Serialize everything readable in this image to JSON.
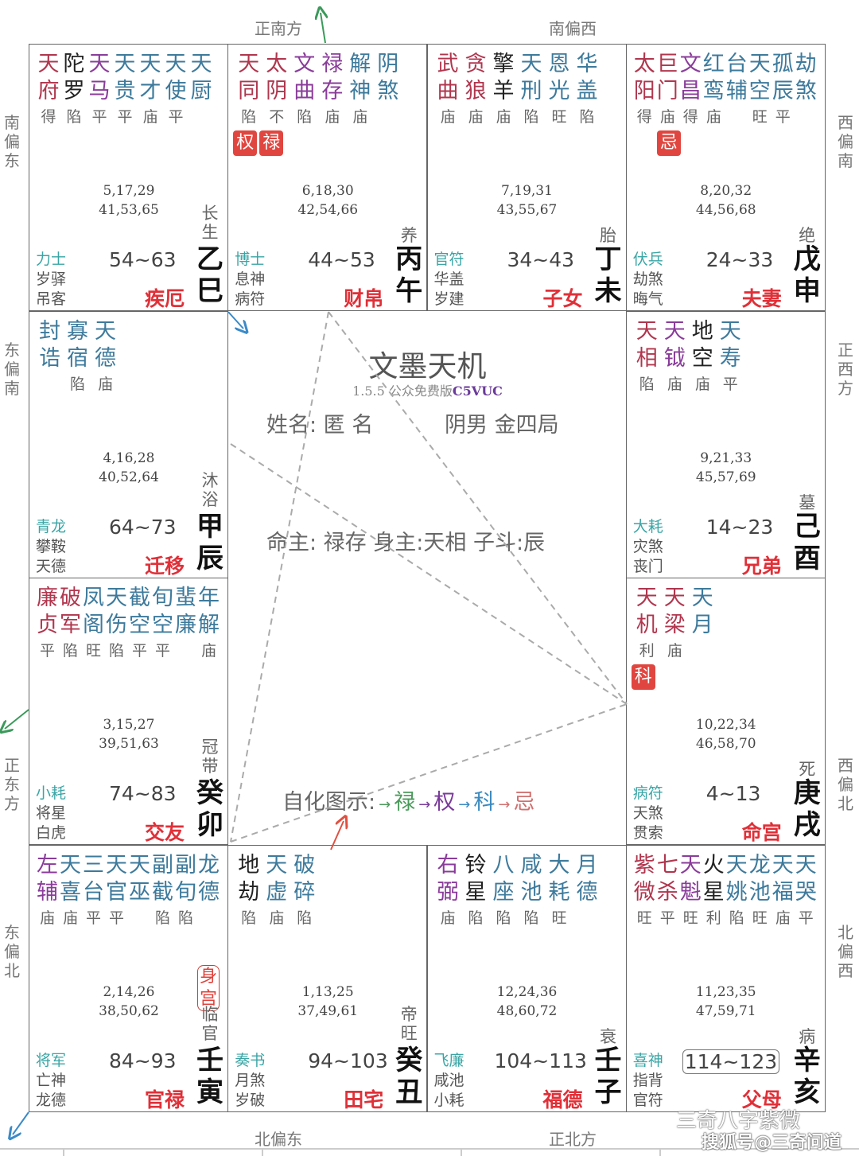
{
  "directions": {
    "top": [
      "正南方",
      "南偏西"
    ],
    "bottom": [
      "北偏东",
      "正北方"
    ],
    "left": [
      "南偏东",
      "东偏南",
      "正东方",
      "东偏北"
    ],
    "right": [
      "西偏南",
      "正西方",
      "西偏北",
      "北偏西"
    ]
  },
  "center": {
    "title": "文墨天机",
    "version": "1.5.5 公众免费版",
    "code": "C5VUC",
    "name": "姓名: 匿 名",
    "gender_ju": "阴男 金四局",
    "masters": "命主: 禄存 身主:天相 子斗:辰",
    "legend_label": "自化图示:",
    "legend": [
      {
        "t": "禄",
        "color": "#4a9a5a"
      },
      {
        "t": "权",
        "color": "#7a3a9a"
      },
      {
        "t": "科",
        "color": "#3a8ac0"
      },
      {
        "t": "忌",
        "color": "#d07070"
      }
    ]
  },
  "colors": {
    "r": "#b0364e",
    "p": "#8a3c9a",
    "b": "#3d7a9c",
    "k": "#222",
    "palace": "#e03038",
    "badge": "#e0463f"
  },
  "palaces": [
    {
      "id": "si",
      "stars": [
        {
          "n": "天府",
          "c": "r",
          "b": "得"
        },
        {
          "n": "陀罗",
          "c": "k",
          "b": "陷"
        },
        {
          "n": "天马",
          "c": "p",
          "b": "平"
        },
        {
          "n": "天贵",
          "c": "b",
          "b": "平"
        },
        {
          "n": "天才",
          "c": "b",
          "b": "庙"
        },
        {
          "n": "天使",
          "c": "b",
          "b": "平"
        },
        {
          "n": "天厨",
          "c": "b",
          "b": ""
        }
      ],
      "badges": [],
      "ages": [
        "5,17,29",
        "41,53,65"
      ],
      "gods": [
        "力士",
        "岁驿",
        "吊客"
      ],
      "decade": "54~63",
      "palace": "疾厄",
      "stem": "乙",
      "branch": "巳",
      "cs": "长生"
    },
    {
      "id": "wu",
      "stars": [
        {
          "n": "天同",
          "c": "r",
          "b": "陷"
        },
        {
          "n": "太阴",
          "c": "r",
          "b": "不"
        },
        {
          "n": "文曲",
          "c": "p",
          "b": "陷"
        },
        {
          "n": "禄存",
          "c": "p",
          "b": "庙"
        },
        {
          "n": "解神",
          "c": "b",
          "b": "庙"
        },
        {
          "n": "阴煞",
          "c": "b",
          "b": ""
        }
      ],
      "badges": [
        "权",
        "禄"
      ],
      "ages": [
        "6,18,30",
        "42,54,66"
      ],
      "gods": [
        "博士",
        "息神",
        "病符"
      ],
      "decade": "44~53",
      "palace": "财帛",
      "stem": "丙",
      "branch": "午",
      "cs": "养"
    },
    {
      "id": "wei",
      "stars": [
        {
          "n": "武曲",
          "c": "r",
          "b": "庙"
        },
        {
          "n": "贪狼",
          "c": "r",
          "b": "庙"
        },
        {
          "n": "擎羊",
          "c": "k",
          "b": "庙"
        },
        {
          "n": "天刑",
          "c": "b",
          "b": "陷"
        },
        {
          "n": "恩光",
          "c": "b",
          "b": "旺"
        },
        {
          "n": "华盖",
          "c": "b",
          "b": "陷"
        }
      ],
      "badges": [],
      "ages": [
        "7,19,31",
        "43,55,67"
      ],
      "gods": [
        "官符",
        "华盖",
        "岁建"
      ],
      "decade": "34~43",
      "palace": "子女",
      "stem": "丁",
      "branch": "未",
      "cs": "胎"
    },
    {
      "id": "shen",
      "stars": [
        {
          "n": "太阳",
          "c": "r",
          "b": "得"
        },
        {
          "n": "巨门",
          "c": "r",
          "b": "庙"
        },
        {
          "n": "文昌",
          "c": "p",
          "b": "得"
        },
        {
          "n": "红鸾",
          "c": "b",
          "b": "庙"
        },
        {
          "n": "台辅",
          "c": "b",
          "b": ""
        },
        {
          "n": "天空",
          "c": "b",
          "b": "旺"
        },
        {
          "n": "孤辰",
          "c": "b",
          "b": "平"
        },
        {
          "n": "劫煞",
          "c": "b",
          "b": ""
        }
      ],
      "badges": [
        "",
        "忌"
      ],
      "ages": [
        "8,20,32",
        "44,56,68"
      ],
      "gods": [
        "伏兵",
        "劫煞",
        "晦气"
      ],
      "decade": "24~33",
      "palace": "夫妻",
      "stem": "戊",
      "branch": "申",
      "cs": "绝"
    },
    {
      "id": "you",
      "stars": [
        {
          "n": "天相",
          "c": "r",
          "b": "陷"
        },
        {
          "n": "天钺",
          "c": "p",
          "b": "庙"
        },
        {
          "n": "地空",
          "c": "k",
          "b": "庙"
        },
        {
          "n": "天寿",
          "c": "b",
          "b": "平"
        }
      ],
      "badges": [],
      "ages": [
        "9,21,33",
        "45,57,69"
      ],
      "gods": [
        "大耗",
        "灾煞",
        "丧门"
      ],
      "decade": "14~23",
      "palace": "兄弟",
      "stem": "己",
      "branch": "酉",
      "cs": "墓"
    },
    {
      "id": "xu",
      "stars": [
        {
          "n": "天机",
          "c": "r",
          "b": "利"
        },
        {
          "n": "天梁",
          "c": "r",
          "b": "庙"
        },
        {
          "n": "天月",
          "c": "b",
          "b": ""
        }
      ],
      "badges": [
        "科"
      ],
      "ages": [
        "10,22,34",
        "46,58,70"
      ],
      "gods": [
        "病符",
        "天煞",
        "贯索"
      ],
      "decade": "4~13",
      "palace": "命宫",
      "stem": "庚",
      "branch": "戌",
      "cs": "死"
    },
    {
      "id": "hai",
      "stars": [
        {
          "n": "紫微",
          "c": "r",
          "b": "旺"
        },
        {
          "n": "七杀",
          "c": "r",
          "b": "平"
        },
        {
          "n": "天魁",
          "c": "p",
          "b": "旺"
        },
        {
          "n": "火星",
          "c": "k",
          "b": "利"
        },
        {
          "n": "天姚",
          "c": "b",
          "b": "陷"
        },
        {
          "n": "龙池",
          "c": "b",
          "b": "旺"
        },
        {
          "n": "天福",
          "c": "b",
          "b": "庙"
        },
        {
          "n": "天哭",
          "c": "b",
          "b": "平"
        }
      ],
      "badges": [],
      "ages": [
        "11,23,35",
        "47,59,71"
      ],
      "gods": [
        "喜神",
        "指背",
        "官符"
      ],
      "decade": "114~123",
      "boxed": true,
      "palace": "父母",
      "stem": "辛",
      "branch": "亥",
      "cs": "病"
    },
    {
      "id": "zi",
      "stars": [
        {
          "n": "右弼",
          "c": "p",
          "b": "庙"
        },
        {
          "n": "铃星",
          "c": "k",
          "b": "陷"
        },
        {
          "n": "八座",
          "c": "b",
          "b": "陷"
        },
        {
          "n": "咸池",
          "c": "b",
          "b": "陷"
        },
        {
          "n": "大耗",
          "c": "b",
          "b": "旺"
        },
        {
          "n": "月德",
          "c": "b",
          "b": ""
        }
      ],
      "badges": [],
      "ages": [
        "12,24,36",
        "48,60,72"
      ],
      "gods": [
        "飞廉",
        "咸池",
        "小耗"
      ],
      "decade": "104~113",
      "palace": "福德",
      "stem": "壬",
      "branch": "子",
      "cs": "衰"
    },
    {
      "id": "chou",
      "stars": [
        {
          "n": "地劫",
          "c": "k",
          "b": "陷"
        },
        {
          "n": "天虚",
          "c": "b",
          "b": "庙"
        },
        {
          "n": "破碎",
          "c": "b",
          "b": "陷"
        }
      ],
      "badges": [],
      "ages": [
        "1,13,25",
        "37,49,61"
      ],
      "gods": [
        "奏书",
        "月煞",
        "岁破"
      ],
      "decade": "94~103",
      "palace": "田宅",
      "stem": "癸",
      "branch": "丑",
      "cs": "帝旺"
    },
    {
      "id": "yin",
      "stars": [
        {
          "n": "左辅",
          "c": "p",
          "b": "庙"
        },
        {
          "n": "天喜",
          "c": "b",
          "b": "庙"
        },
        {
          "n": "三台",
          "c": "b",
          "b": "平"
        },
        {
          "n": "天官",
          "c": "b",
          "b": "平"
        },
        {
          "n": "天巫",
          "c": "b",
          "b": ""
        },
        {
          "n": "副截",
          "c": "b",
          "b": "陷"
        },
        {
          "n": "副旬",
          "c": "b",
          "b": "陷"
        },
        {
          "n": "龙德",
          "c": "b",
          "b": ""
        }
      ],
      "badges": [],
      "body": "身宫",
      "ages": [
        "2,14,26",
        "38,50,62"
      ],
      "gods": [
        "将军",
        "亡神",
        "龙德"
      ],
      "decade": "84~93",
      "palace": "官禄",
      "stem": "壬",
      "branch": "寅",
      "cs": "临官"
    },
    {
      "id": "mao",
      "stars": [
        {
          "n": "廉贞",
          "c": "r",
          "b": "平"
        },
        {
          "n": "破军",
          "c": "r",
          "b": "陷"
        },
        {
          "n": "凤阁",
          "c": "b",
          "b": "旺"
        },
        {
          "n": "天伤",
          "c": "b",
          "b": "陷"
        },
        {
          "n": "截空",
          "c": "b",
          "b": "平"
        },
        {
          "n": "旬空",
          "c": "b",
          "b": "平"
        },
        {
          "n": "蜚廉",
          "c": "b",
          "b": ""
        },
        {
          "n": "年解",
          "c": "b",
          "b": "庙"
        }
      ],
      "badges": [],
      "ages": [
        "3,15,27",
        "39,51,63"
      ],
      "gods": [
        "小耗",
        "将星",
        "白虎"
      ],
      "decade": "74~83",
      "palace": "交友",
      "stem": "癸",
      "branch": "卯",
      "cs": "冠带"
    },
    {
      "id": "chen",
      "stars": [
        {
          "n": "封诰",
          "c": "b",
          "b": ""
        },
        {
          "n": "寡宿",
          "c": "b",
          "b": "陷"
        },
        {
          "n": "天德",
          "c": "b",
          "b": "庙"
        }
      ],
      "badges": [],
      "ages": [
        "4,16,28",
        "40,52,64"
      ],
      "gods": [
        "青龙",
        "攀鞍",
        "天德"
      ],
      "decade": "64~73",
      "palace": "迁移",
      "stem": "甲",
      "branch": "辰",
      "cs": "沐浴"
    }
  ],
  "watermark": {
    "line1": "三奇八字紫微",
    "line2": "搜狐号@三奇问道"
  }
}
